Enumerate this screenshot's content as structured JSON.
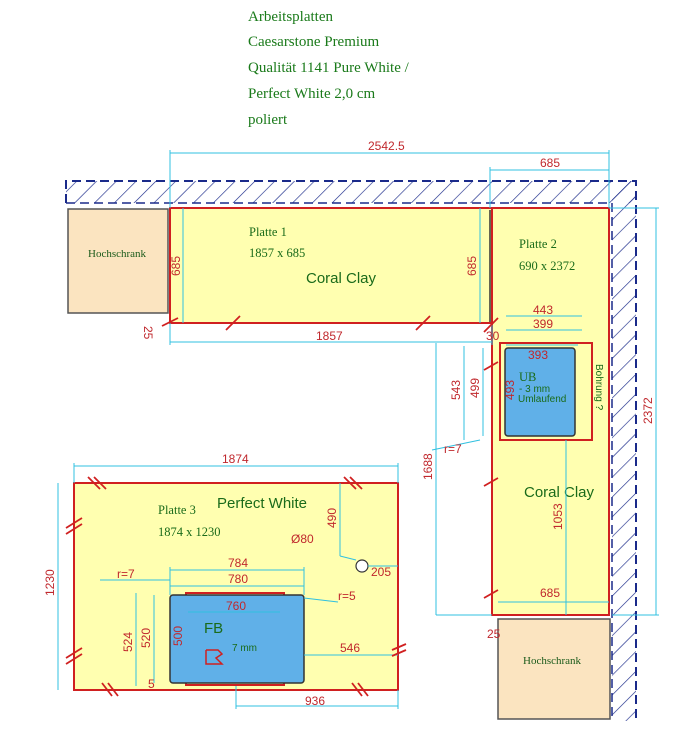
{
  "header": {
    "line1": "Arbeitsplatten",
    "line2": "Caesarstone Premium",
    "line3": "Qualität 1141 Pure White /",
    "line4": "Perfect White 2,0 cm",
    "line5": "poliert"
  },
  "cabinets": {
    "left": "Hochschrank",
    "right": "Hochschrank"
  },
  "plate1": {
    "name": "Platte 1",
    "size": "1857 x 685",
    "material": "Coral Clay"
  },
  "plate2": {
    "name": "Platte 2",
    "size": "690 x 2372",
    "material": "Coral Clay"
  },
  "plate3": {
    "name": "Platte 3",
    "size": "1874 x 1230",
    "material": "Perfect White"
  },
  "undermount_sink": {
    "label": "UB",
    "sub1": "- 3 mm",
    "sub2": "Umlaufend"
  },
  "bore_note": "Bohrung ?",
  "cooktop": {
    "label": "FB",
    "note": "7 mm"
  },
  "dims": {
    "total_width": "2542.5",
    "p2_top": "685",
    "p1_left_h": "685",
    "p1_right_h": "685",
    "p1_bottom": "1857",
    "p1_offset": "25",
    "offset_30": "30",
    "sink_443": "443",
    "sink_399": "399",
    "sink_393": "393",
    "sink_543": "543",
    "sink_499": "499",
    "sink_493": "493",
    "r7_sink": "r=7",
    "p2_height": "2372",
    "p2_1688": "1688",
    "p2_1053": "1053",
    "p2_bottom": "685",
    "p2_offset": "25",
    "p3_width": "1874",
    "p3_height": "1230",
    "p3_490": "490",
    "hole_d": "Ø80",
    "hole_205": "205",
    "ct_784": "784",
    "ct_780": "780",
    "ct_760": "760",
    "r7_ct": "r=7",
    "r5_ct": "r=5",
    "ct_524": "524",
    "ct_520": "520",
    "ct_500": "500",
    "ct_546": "546",
    "ct_936": "936",
    "ct_5": "5"
  }
}
